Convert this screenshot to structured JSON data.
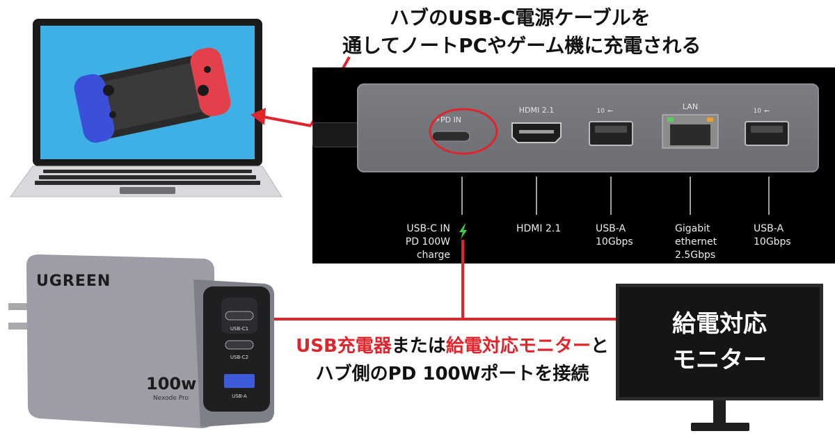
{
  "top_caption": {
    "line1": "ハブのUSB-C電源ケーブルを",
    "line2": "通してノートPCやゲーム機に充電される"
  },
  "hub": {
    "ports": [
      {
        "id": "pd-in",
        "top_label": "PD IN",
        "caption_lines": [
          "USB-C IN",
          "PD 100W charge"
        ]
      },
      {
        "id": "hdmi",
        "top_label": "HDMI 2.1",
        "caption_lines": [
          "HDMI 2.1"
        ]
      },
      {
        "id": "usb-a-1",
        "top_label": "10",
        "caption_lines": [
          "USB-A",
          "10Gbps"
        ]
      },
      {
        "id": "lan",
        "top_label": "LAN",
        "caption_lines": [
          "Gigabit",
          "ethernet",
          "2.5Gbps"
        ]
      },
      {
        "id": "usb-a-2",
        "top_label": "10",
        "caption_lines": [
          "USB-A",
          "10Gbps"
        ]
      }
    ]
  },
  "bottom_caption": {
    "part1_red": "USB充電器",
    "part2": "または",
    "part3_red": "給電対応モニター",
    "part4": "と",
    "line2": "ハブ側のPD 100Wポートを接続"
  },
  "monitor": {
    "line1": "給電対応",
    "line2": "モニター"
  },
  "charger": {
    "brand": "UGREEN",
    "watt": "100w",
    "model": "Nexode Pro",
    "port_labels": [
      "USB-C1",
      "USB-C2",
      "USB-A"
    ]
  },
  "colors": {
    "accent_red": "#e0242c",
    "bolt_green": "#3ecf4a",
    "panel_black": "#000000"
  }
}
